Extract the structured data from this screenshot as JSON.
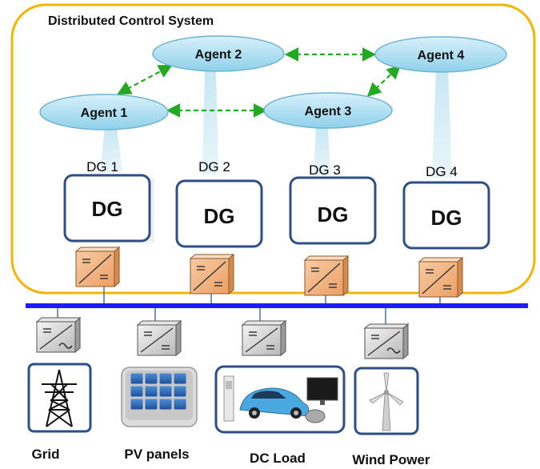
{
  "title": "Distributed Control  System",
  "agents": [
    {
      "id": "agent-1",
      "label": "Agent 1"
    },
    {
      "id": "agent-2",
      "label": "Agent 2"
    },
    {
      "id": "agent-3",
      "label": "Agent 3"
    },
    {
      "id": "agent-4",
      "label": "Agent 4"
    }
  ],
  "generators": [
    {
      "name": "DG 1",
      "inner": "DG"
    },
    {
      "name": "DG 2",
      "inner": "DG"
    },
    {
      "name": "DG 3",
      "inner": "DG"
    },
    {
      "name": "DG 4",
      "inner": "DG"
    }
  ],
  "sources": [
    {
      "label": "Grid",
      "icon": "transmission-tower-icon",
      "converter": "ac-dc-converter-icon"
    },
    {
      "label": "PV panels",
      "icon": "solar-panel-icon",
      "converter": "dc-dc-converter-icon"
    },
    {
      "label": "DC Load",
      "icon": "dc-load-icon",
      "converter": "dc-dc-converter-icon"
    },
    {
      "label": "Wind Power",
      "icon": "wind-turbine-icon",
      "converter": "ac-dc-converter-icon"
    }
  ],
  "colors": {
    "system_border": "#f5b400",
    "agent_fill": "#a9dcef",
    "agent_link": "#22aa22",
    "dg_border": "#2e4f86",
    "converter_fill": "#f2b98a",
    "bus": "#1c1cff"
  }
}
